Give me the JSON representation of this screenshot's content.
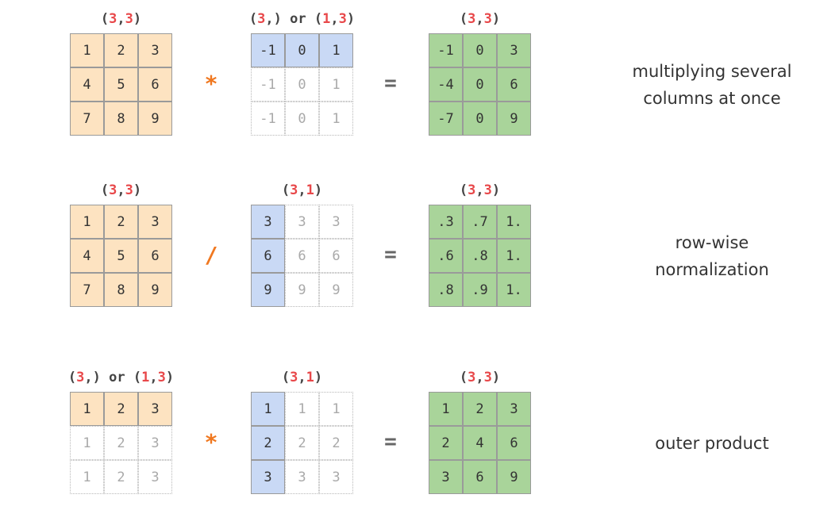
{
  "colors": {
    "left_fill": "#fde3c1",
    "middle_fill": "#c9d9f5",
    "result_fill": "#a9d49a",
    "shape_number": "#e8484a",
    "operator": "#f07820"
  },
  "rows": [
    {
      "left": {
        "shape": [
          [
            "(",
            "p"
          ],
          [
            "3",
            "n"
          ],
          [
            ",",
            "p"
          ],
          [
            "3",
            "n"
          ],
          [
            ")",
            "p"
          ]
        ],
        "cells": [
          [
            "1",
            "2",
            "3"
          ],
          [
            "4",
            "5",
            "6"
          ],
          [
            "7",
            "8",
            "9"
          ]
        ],
        "solid": [
          [
            1,
            1,
            1
          ],
          [
            1,
            1,
            1
          ],
          [
            1,
            1,
            1
          ]
        ]
      },
      "op": "*",
      "middle": {
        "shape": [
          [
            "(",
            "p"
          ],
          [
            "3",
            "n"
          ],
          [
            ",) or (",
            "p"
          ],
          [
            "1",
            "n"
          ],
          [
            ",",
            "p"
          ],
          [
            "3",
            "n"
          ],
          [
            ")",
            "p"
          ]
        ],
        "cells": [
          [
            "-1",
            "0",
            "1"
          ],
          [
            "-1",
            "0",
            "1"
          ],
          [
            "-1",
            "0",
            "1"
          ]
        ],
        "solid": [
          [
            1,
            1,
            1
          ],
          [
            0,
            0,
            0
          ],
          [
            0,
            0,
            0
          ]
        ]
      },
      "eq": "=",
      "result": {
        "shape": [
          [
            "(",
            "p"
          ],
          [
            "3",
            "n"
          ],
          [
            ",",
            "p"
          ],
          [
            "3",
            "n"
          ],
          [
            ")",
            "p"
          ]
        ],
        "cells": [
          [
            "-1",
            "0",
            "3"
          ],
          [
            "-4",
            "0",
            "6"
          ],
          [
            "-7",
            "0",
            "9"
          ]
        ],
        "solid": [
          [
            1,
            1,
            1
          ],
          [
            1,
            1,
            1
          ],
          [
            1,
            1,
            1
          ]
        ]
      },
      "caption": [
        "multiplying several",
        "columns at once"
      ]
    },
    {
      "left": {
        "shape": [
          [
            "(",
            "p"
          ],
          [
            "3",
            "n"
          ],
          [
            ",",
            "p"
          ],
          [
            "3",
            "n"
          ],
          [
            ")",
            "p"
          ]
        ],
        "cells": [
          [
            "1",
            "2",
            "3"
          ],
          [
            "4",
            "5",
            "6"
          ],
          [
            "7",
            "8",
            "9"
          ]
        ],
        "solid": [
          [
            1,
            1,
            1
          ],
          [
            1,
            1,
            1
          ],
          [
            1,
            1,
            1
          ]
        ]
      },
      "op": "/",
      "middle": {
        "shape": [
          [
            "(",
            "p"
          ],
          [
            "3",
            "n"
          ],
          [
            ",",
            "p"
          ],
          [
            "1",
            "n"
          ],
          [
            ")",
            "p"
          ]
        ],
        "cells": [
          [
            "3",
            "3",
            "3"
          ],
          [
            "6",
            "6",
            "6"
          ],
          [
            "9",
            "9",
            "9"
          ]
        ],
        "solid": [
          [
            1,
            0,
            0
          ],
          [
            1,
            0,
            0
          ],
          [
            1,
            0,
            0
          ]
        ]
      },
      "eq": "=",
      "result": {
        "shape": [
          [
            "(",
            "p"
          ],
          [
            "3",
            "n"
          ],
          [
            ",",
            "p"
          ],
          [
            "3",
            "n"
          ],
          [
            ")",
            "p"
          ]
        ],
        "cells": [
          [
            ".3",
            ".7",
            "1."
          ],
          [
            ".6",
            ".8",
            "1."
          ],
          [
            ".8",
            ".9",
            "1."
          ]
        ],
        "solid": [
          [
            1,
            1,
            1
          ],
          [
            1,
            1,
            1
          ],
          [
            1,
            1,
            1
          ]
        ]
      },
      "caption": [
        "row-wise",
        "normalization"
      ]
    },
    {
      "left": {
        "shape": [
          [
            "(",
            "p"
          ],
          [
            "3",
            "n"
          ],
          [
            ",) or (",
            "p"
          ],
          [
            "1",
            "n"
          ],
          [
            ",",
            "p"
          ],
          [
            "3",
            "n"
          ],
          [
            ")",
            "p"
          ]
        ],
        "cells": [
          [
            "1",
            "2",
            "3"
          ],
          [
            "1",
            "2",
            "3"
          ],
          [
            "1",
            "2",
            "3"
          ]
        ],
        "solid": [
          [
            1,
            1,
            1
          ],
          [
            0,
            0,
            0
          ],
          [
            0,
            0,
            0
          ]
        ]
      },
      "op": "*",
      "middle": {
        "shape": [
          [
            "(",
            "p"
          ],
          [
            "3",
            "n"
          ],
          [
            ",",
            "p"
          ],
          [
            "1",
            "n"
          ],
          [
            ")",
            "p"
          ]
        ],
        "cells": [
          [
            "1",
            "1",
            "1"
          ],
          [
            "2",
            "2",
            "2"
          ],
          [
            "3",
            "3",
            "3"
          ]
        ],
        "solid": [
          [
            1,
            0,
            0
          ],
          [
            1,
            0,
            0
          ],
          [
            1,
            0,
            0
          ]
        ]
      },
      "eq": "=",
      "result": {
        "shape": [
          [
            "(",
            "p"
          ],
          [
            "3",
            "n"
          ],
          [
            ",",
            "p"
          ],
          [
            "3",
            "n"
          ],
          [
            ")",
            "p"
          ]
        ],
        "cells": [
          [
            "1",
            "2",
            "3"
          ],
          [
            "2",
            "4",
            "6"
          ],
          [
            "3",
            "6",
            "9"
          ]
        ],
        "solid": [
          [
            1,
            1,
            1
          ],
          [
            1,
            1,
            1
          ],
          [
            1,
            1,
            1
          ]
        ]
      },
      "caption": [
        "outer product"
      ]
    }
  ]
}
